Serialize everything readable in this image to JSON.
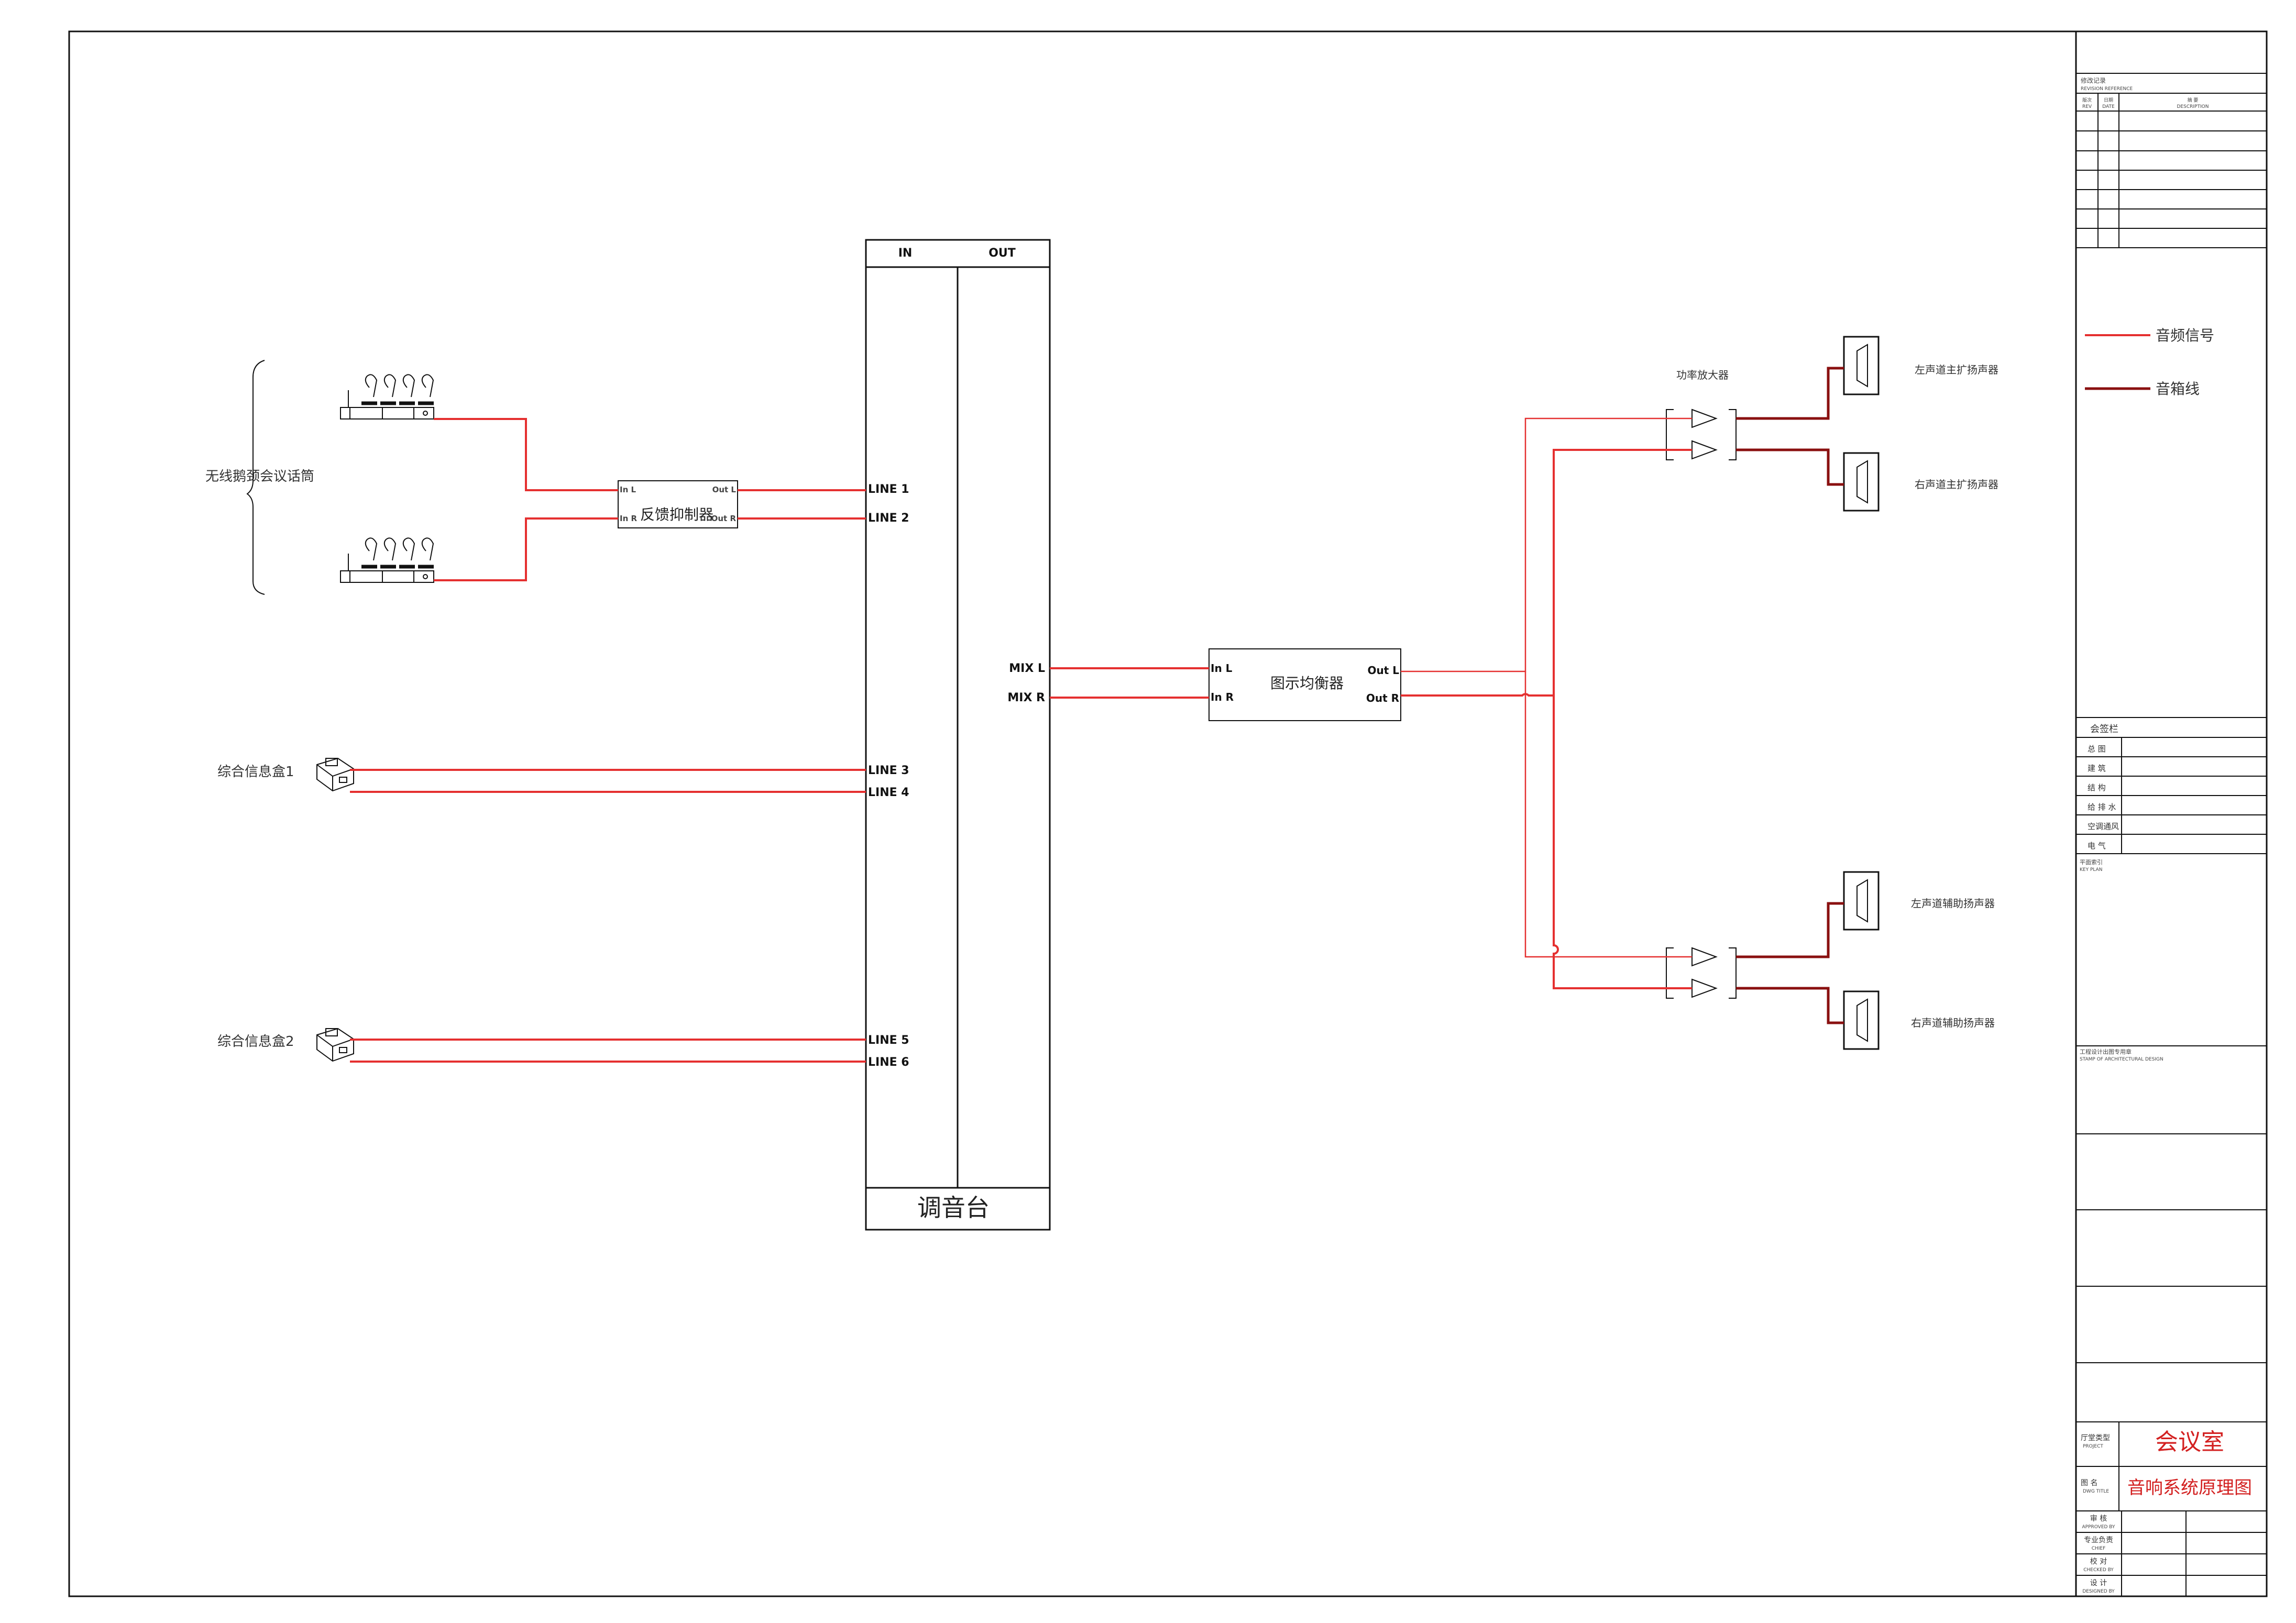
{
  "mixer": {
    "in_header": "IN",
    "out_header": "OUT",
    "title": "调音台",
    "inputs": [
      "LINE 1",
      "LINE 2",
      "LINE 3",
      "LINE 4",
      "LINE 5",
      "LINE 6"
    ],
    "outputs": [
      "MIX L",
      "MIX R"
    ]
  },
  "sources": {
    "wireless_mics": "无线鹅颈会议话筒",
    "infobox1": "综合信息盒1",
    "infobox2": "综合信息盒2"
  },
  "feedback_suppressor": {
    "title": "反馈抑制器",
    "in_l": "In L",
    "in_r": "In R",
    "out_l": "Out L",
    "out_r": "Out R"
  },
  "graphic_eq": {
    "title": "图示均衡器",
    "in_l": "In L",
    "in_r": "In R",
    "out_l": "Out L",
    "out_r": "Out R"
  },
  "amplifier": {
    "title": "功率放大器"
  },
  "speakers": {
    "left_main": "左声道主扩扬声器",
    "right_main": "右声道主扩扬声器",
    "left_aux": "左声道辅助扬声器",
    "right_aux": "右声道辅助扬声器"
  },
  "legend": {
    "audio_signal": "音频信号",
    "speaker_cable": "音箱线"
  },
  "colors": {
    "audio_signal": "#e53030",
    "speaker_cable": "#8a1010"
  },
  "title_block": {
    "revision_cn": "修改记录",
    "revision_en": "REVISION REFERENCE",
    "rev_cols": [
      "REV",
      "DATE",
      "DESCRIPTION"
    ],
    "rev_cols_cn": [
      "版次",
      "日期",
      "摘  要"
    ],
    "countersign": "会签栏",
    "disciplines": [
      "总    图",
      "建    筑",
      "结    构",
      "给 排 水",
      "空调通风",
      "电    气"
    ],
    "key_plan_cn": "平面索引",
    "key_plan_en": "KEY PLAN",
    "stamp_cn": "工程设计出图专用章",
    "stamp_en": "STAMP OF ARCHITECTURAL DESIGN",
    "project_label_cn": "厅堂类型",
    "project_label_en": "PROJECT",
    "project_value": "会议室",
    "dwg_label_cn": "图    名",
    "dwg_label_en": "DWG TITLE",
    "dwg_value": "音响系统原理图",
    "signoffs": [
      {
        "cn": "审    核",
        "en": "APPROVED BY"
      },
      {
        "cn": "专业负责",
        "en": "CHIEF"
      },
      {
        "cn": "校    对",
        "en": "CHECKED BY"
      },
      {
        "cn": "设    计",
        "en": "DESIGNED BY"
      }
    ]
  }
}
